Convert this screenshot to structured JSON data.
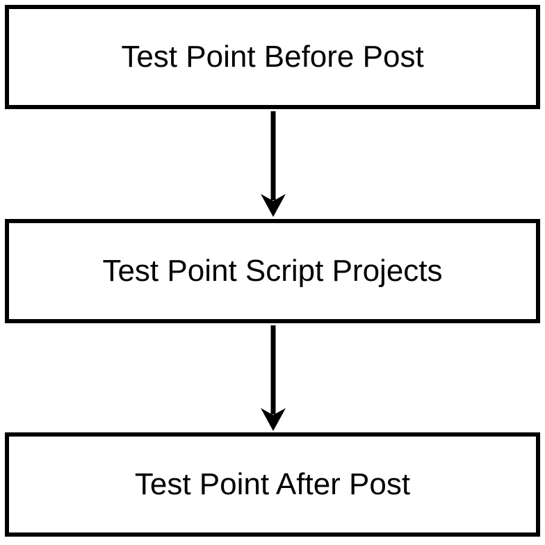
{
  "flowchart": {
    "nodes": [
      {
        "label": "Test Point Before Post"
      },
      {
        "label": "Test Point Script Projects"
      },
      {
        "label": "Test Point After Post"
      }
    ],
    "edges": [
      {
        "from": 0,
        "to": 1
      },
      {
        "from": 1,
        "to": 2
      }
    ],
    "colors": {
      "stroke": "#000000",
      "fill": "#ffffff",
      "text": "#000000"
    }
  }
}
